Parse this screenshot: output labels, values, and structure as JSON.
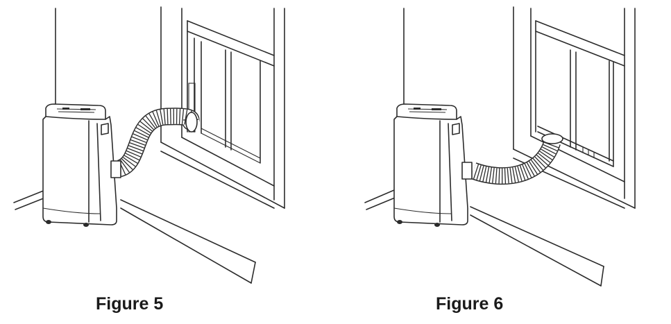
{
  "figures": [
    {
      "id": "figure-5",
      "caption": "Figure 5"
    },
    {
      "id": "figure-6",
      "caption": "Figure 6"
    }
  ],
  "colors": {
    "ink": "#2b2b2b",
    "paper": "#ffffff"
  }
}
